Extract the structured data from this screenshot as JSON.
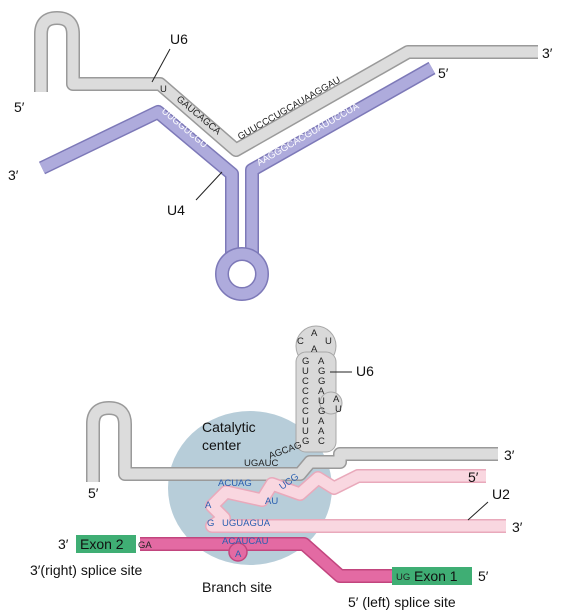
{
  "top": {
    "labels": {
      "u6": "U6",
      "u4": "U4",
      "five_left": "5′",
      "three_left": "3′",
      "three_right": "3′",
      "five_right": "5′"
    },
    "sequences": {
      "u6_u": "U",
      "u6_left": "GAUCAGCA",
      "u4_left": "UUGGUCGU",
      "u6_right": "GUUCCCUGCAUAAGGAU",
      "u4_right": "AAGGGCACGUAUUCCUA"
    }
  },
  "bottom": {
    "labels": {
      "u6": "U6",
      "u2": "U2",
      "catalytic_line1": "Catalytic",
      "catalytic_line2": "center",
      "five_u6": "5′",
      "three_u6": "3′",
      "five_u2": "5′",
      "three_u2": "3′",
      "three_intron": "3′",
      "five_intron": "5′",
      "exon2": "Exon 2",
      "exon1": "Exon 1",
      "ga": "GA",
      "ug": "UG",
      "right_splice": "3′(right) splice site",
      "branch_site": "Branch site",
      "left_splice": "5′ (left) splice site"
    },
    "sequences": {
      "loop_c": "C",
      "loop_a1": "A",
      "loop_u": "U",
      "loop_a2": "A",
      "stem_left": [
        "G",
        "U",
        "C",
        "C",
        "C",
        "C",
        "U",
        "U",
        "G"
      ],
      "stem_right": [
        "A",
        "G",
        "G",
        "A",
        "U",
        "G",
        "A",
        "A",
        "C"
      ],
      "bulge_a": "A",
      "bulge_u": "U",
      "u6_line": "UGAUC",
      "u6_agcag": "AGCAG",
      "u2_ucg": "UCG",
      "u2_acuag": "ACUAG",
      "u2_au": "AU",
      "u2_a": "A",
      "u2_g": "G",
      "u2_uguagua": "UGUAGUA",
      "intron_acaucau": "ACAUCAU",
      "intron_a": "A"
    }
  },
  "colors": {
    "u6_gray": "#d6d6d6",
    "u4_purple": "#a9a6d8",
    "catalytic_blue": "#b7cdd9",
    "u2_pink": "#f7cfd9",
    "intron_magenta": "#e0609a",
    "exon_green": "#3fae74"
  }
}
